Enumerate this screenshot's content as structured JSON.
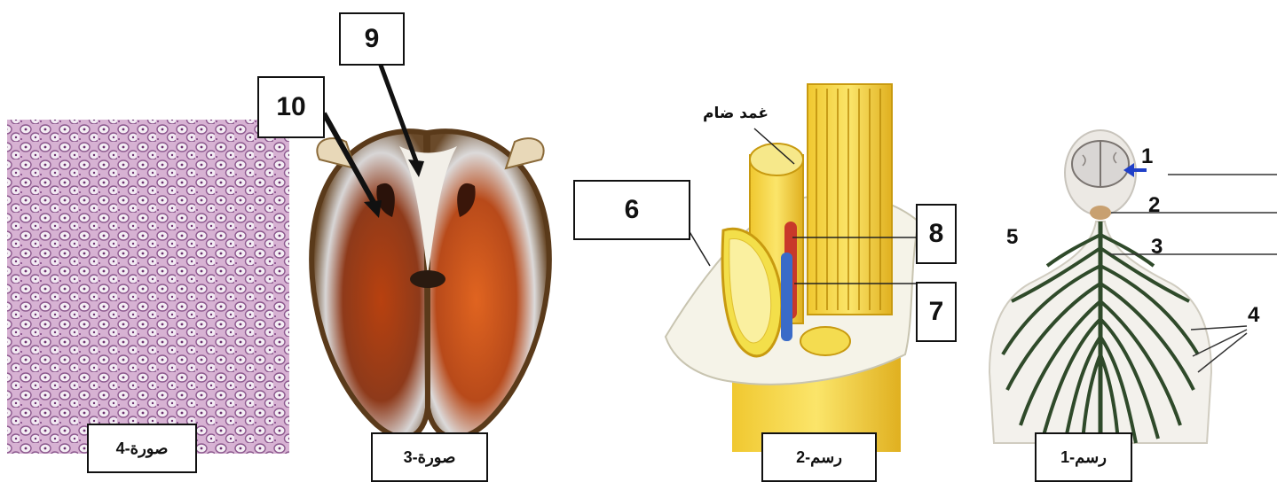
{
  "panels": {
    "image4": {
      "caption": "صورة-4"
    },
    "image3": {
      "caption": "صورة-3",
      "label_9": "9",
      "label_10": "10"
    },
    "drawing2": {
      "caption": "رسم-2",
      "label_6": "6",
      "label_7": "7",
      "label_8": "8",
      "structure_label": "غمد ضام"
    },
    "drawing1": {
      "caption": "رسم-1",
      "label_1": "1",
      "label_2": "2",
      "label_3": "3",
      "label_4": "4",
      "label_5": "5"
    }
  },
  "colors": {
    "tissue_bg": "#d8b4d4",
    "cell_ring": "#8a5a8c",
    "brain_orange": "#c4521c",
    "nerve_yellow": "#f4e04a",
    "artery_red": "#c8382a",
    "vein_blue": "#3a6bc8",
    "nerve_dark": "#2f4a2a"
  }
}
